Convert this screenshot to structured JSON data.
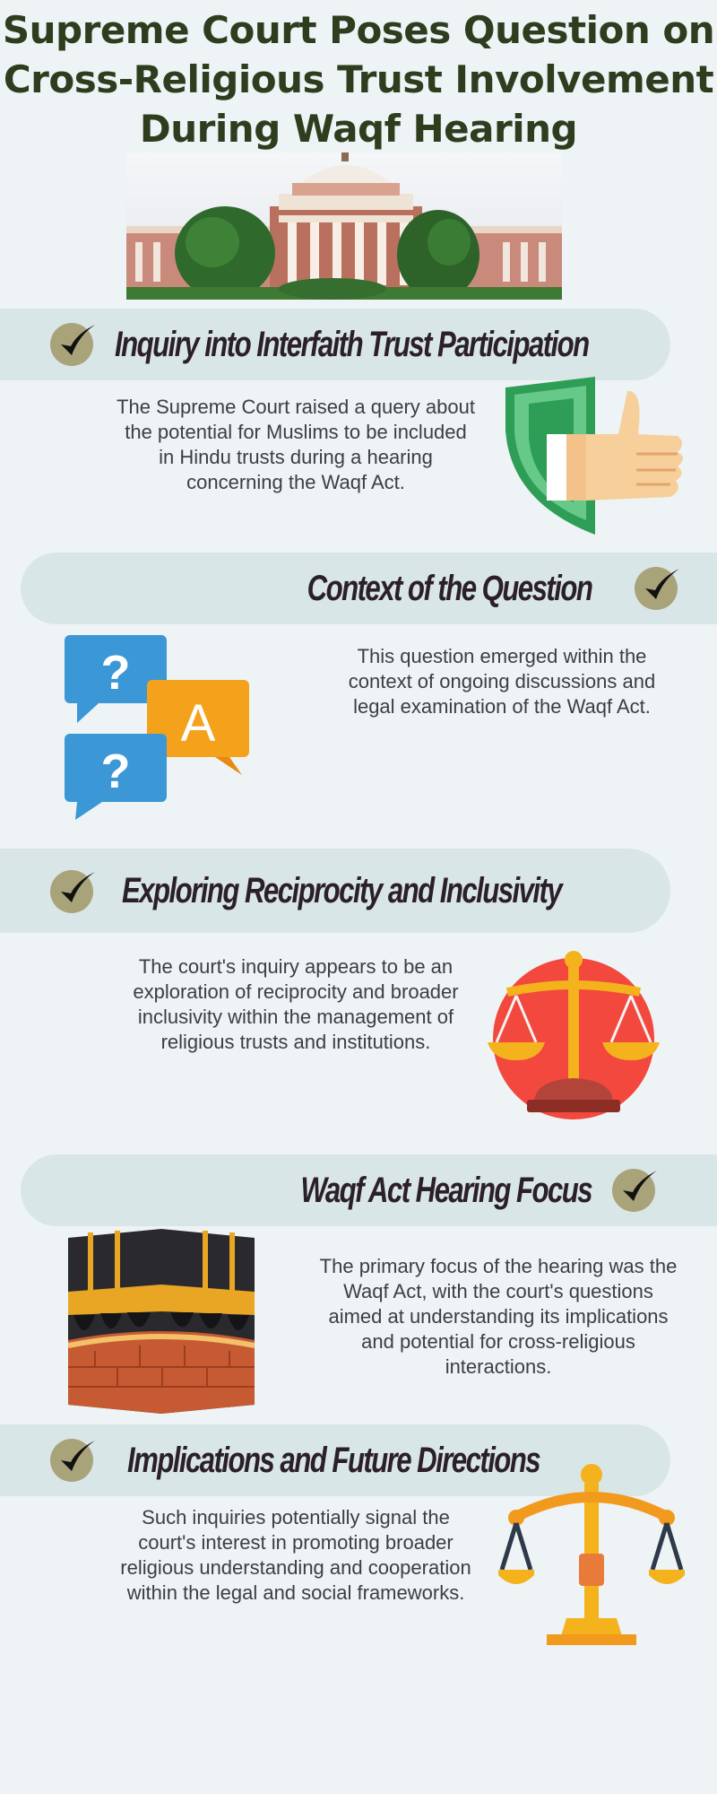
{
  "title": {
    "line1": "Supreme Court Poses Question on",
    "line2": "Cross-Religious Trust Involvement",
    "line3": "During Waqf Hearing"
  },
  "sections": [
    {
      "heading": "Inquiry into Interfaith Trust Participation",
      "text": "The Supreme Court raised a query about the potential for Muslims to be included in Hindu trusts during a hearing concerning the Waqf Act.",
      "icon": "thumbs-up-shield-icon"
    },
    {
      "heading": "Context of the Question",
      "text": "This question emerged within the context of ongoing discussions and legal examination of the Waqf Act.",
      "icon": "question-answer-icon",
      "answer_letter": "A",
      "q_mark": "?"
    },
    {
      "heading": "Exploring Reciprocity and Inclusivity",
      "text": "The court's inquiry appears to be an exploration of reciprocity and broader inclusivity within the management of religious trusts and institutions.",
      "icon": "justice-scale-icon"
    },
    {
      "heading": "Waqf Act Hearing Focus",
      "text": "The primary focus of the hearing was the Waqf Act, with the court's questions aimed at understanding its implications and potential for cross-religious interactions.",
      "icon": "kaaba-icon"
    },
    {
      "heading": "Implications and Future Directions",
      "text": "Such inquiries potentially signal the court's interest in promoting broader religious understanding and cooperation within the legal and social frameworks.",
      "icon": "balance-scale-icon"
    }
  ],
  "colors": {
    "background": "#eef3f5",
    "banner": "#d9e6e7",
    "check_circle": "#a9a37a",
    "title": "#2f3d1f",
    "heading": "#2b1f2a"
  }
}
